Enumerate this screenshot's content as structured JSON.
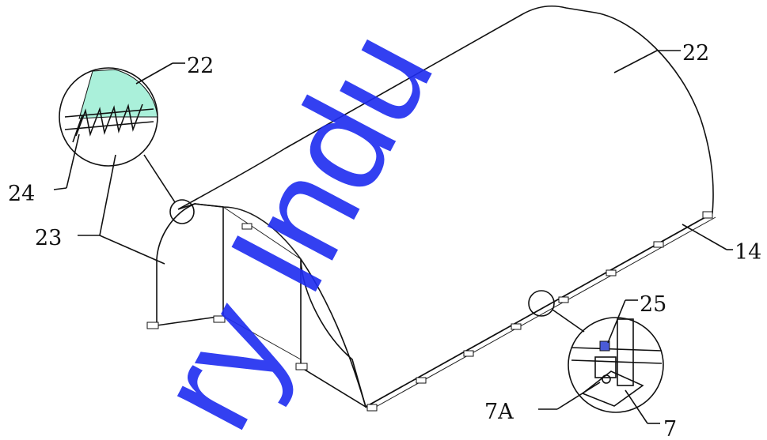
{
  "diagram": {
    "colors": {
      "cover": "#1fb0e6",
      "end_wall": "#d6d6d6",
      "interior": "#b9b9b9",
      "inset_fill": "#aaf0da",
      "watermark": "#1e2cf0",
      "outline": "#111111"
    },
    "watermark_text": "ry Indu",
    "callouts": {
      "cover_top": "22",
      "cover_inset": "22",
      "end_wall": "23",
      "seam": "24",
      "base_rail": "14",
      "clamp": "25",
      "clamp_plate": "7A",
      "post": "7"
    }
  }
}
